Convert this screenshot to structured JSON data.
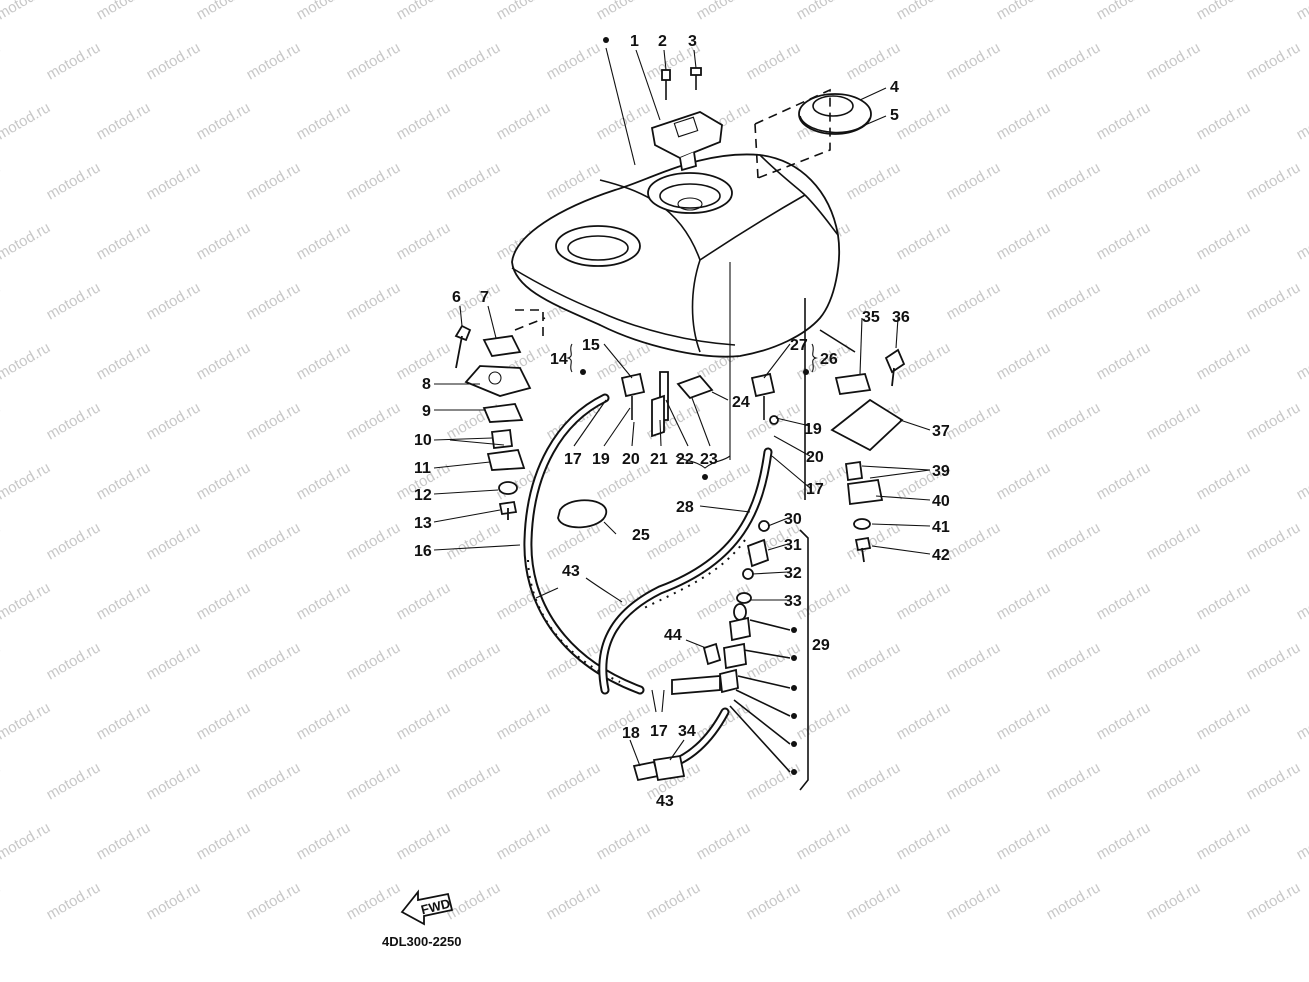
{
  "watermark": "motod.ru",
  "diagram_code": "4DL300-2250",
  "fwd_label": "FWD",
  "callouts": {
    "c1": "1",
    "c2": "2",
    "c3": "3",
    "c4": "4",
    "c5": "5",
    "c6": "6",
    "c7": "7",
    "c8": "8",
    "c9": "9",
    "c10": "10",
    "c11": "11",
    "c12": "12",
    "c13": "13",
    "c14": "14",
    "c15": "15",
    "c16": "16",
    "c17a": "17",
    "c17b": "17",
    "c17c": "17",
    "c18": "18",
    "c19a": "19",
    "c19b": "19",
    "c20a": "20",
    "c20b": "20",
    "c21": "21",
    "c22": "22",
    "c23": "23",
    "c24": "24",
    "c25": "25",
    "c26": "26",
    "c27": "27",
    "c28": "28",
    "c29": "29",
    "c30": "30",
    "c31": "31",
    "c32": "32",
    "c33": "33",
    "c34": "34",
    "c35": "35",
    "c36": "36",
    "c37": "37",
    "c39": "39",
    "c40": "40",
    "c41": "41",
    "c42": "42",
    "c43a": "43",
    "c43b": "43",
    "c44": "44"
  }
}
